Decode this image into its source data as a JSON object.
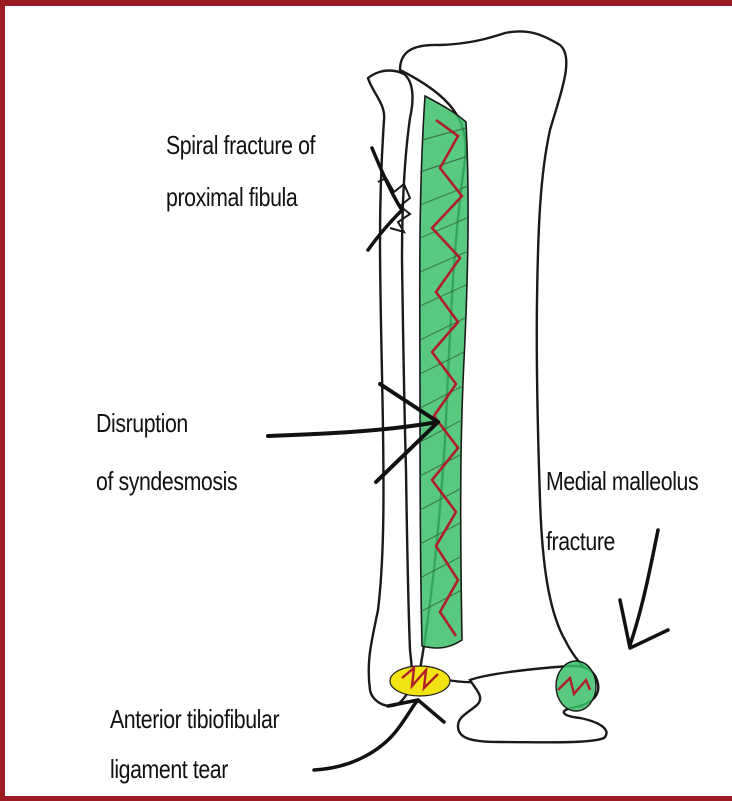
{
  "colors": {
    "frame": "#9b1c22",
    "bone_outline": "#1a1a1a",
    "syndesmosis_fill": "#3cbf6a",
    "fracture_line": "#b11e2b",
    "ligament_fill": "#f2e313",
    "hatch": "#2f5a3a"
  },
  "labels": {
    "spiral_fracture_line1": "Spiral fracture of",
    "spiral_fracture_line2": "proximal fibula",
    "disruption_line1": "Disruption",
    "disruption_line2": "of syndesmosis",
    "medial_line1": "Medial malleolus",
    "medial_line2": "fracture",
    "anterior_line1": "Anterior tibiofibular",
    "anterior_line2": "ligament tear"
  }
}
